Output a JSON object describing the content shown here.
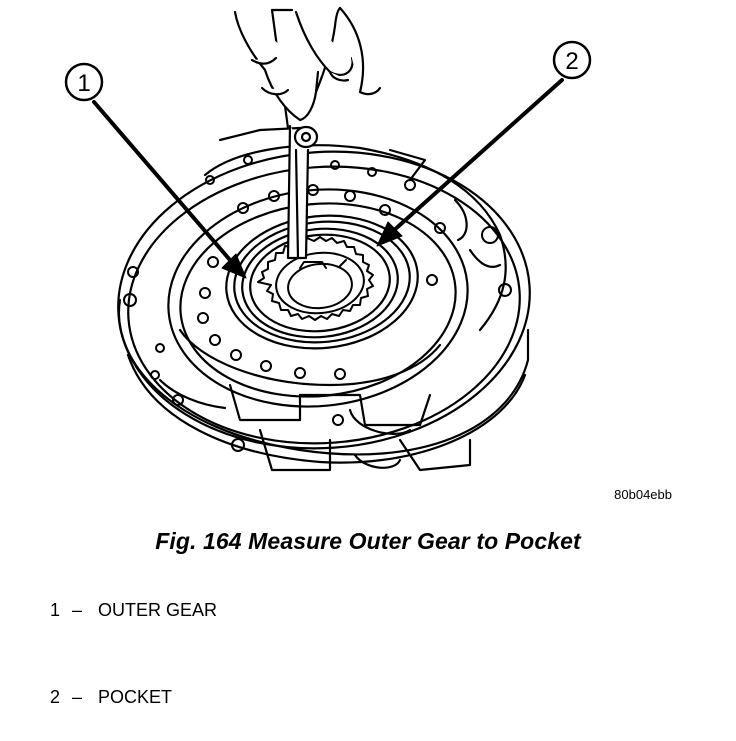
{
  "figure": {
    "callouts": [
      {
        "number": "1"
      },
      {
        "number": "2"
      }
    ],
    "image_code": "80b04ebb",
    "caption": "Fig. 164 Measure Outer Gear to Pocket"
  },
  "legend": [
    {
      "number": "1",
      "separator": "–",
      "label": "OUTER GEAR"
    },
    {
      "number": "2",
      "separator": "–",
      "label": "POCKET"
    }
  ],
  "colors": {
    "ink": "#000000",
    "paper": "#ffffff"
  }
}
